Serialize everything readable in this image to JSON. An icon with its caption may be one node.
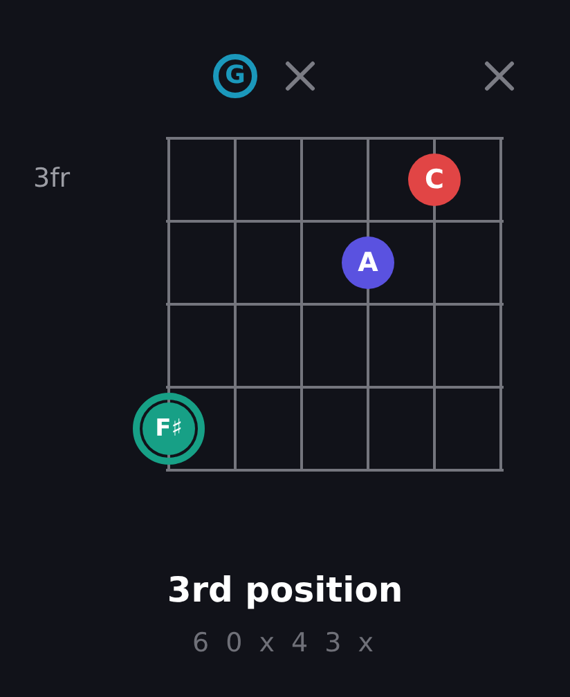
{
  "diagram": {
    "title": "3rd position",
    "caption": "6 0 x 4 3 x",
    "nodes": [
      {
        "text": [
          "G"
        ]
      },
      {
        "text": [
          "C"
        ]
      },
      {
        "text": [
          "A"
        ]
      },
      {
        "text": [
          "F♯"
        ]
      }
    ],
    "labels": [
      "3fr"
    ]
  }
}
